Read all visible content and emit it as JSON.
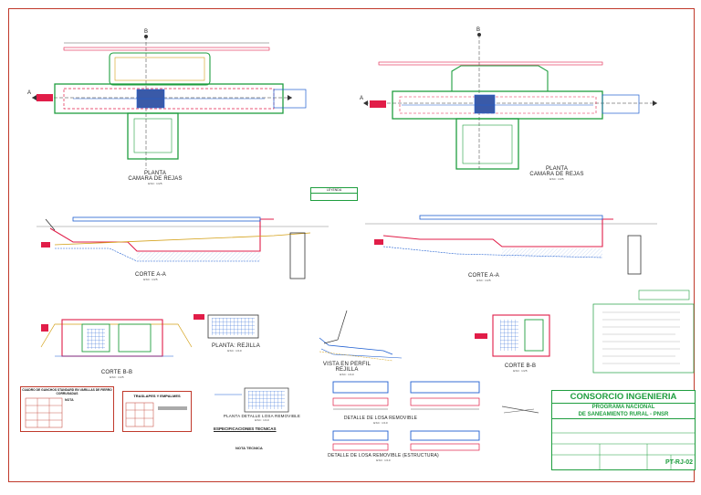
{
  "views": {
    "plan_left": {
      "title": "PLANTA",
      "subtitle": "CAMARA DE REJAS",
      "scale": "ESC: 1/25"
    },
    "plan_right": {
      "title": "PLANTA",
      "subtitle": "CAMARA DE REJAS",
      "scale": "ESC: 1/25"
    },
    "section_aa_left": {
      "title": "CORTE  A-A",
      "scale": "ESC: 1/25"
    },
    "section_aa_right": {
      "title": "CORTE  A-A",
      "scale": "ESC: 1/25"
    },
    "section_bb_left": {
      "title": "CORTE  B-B",
      "scale": "ESC: 1/25"
    },
    "section_bb_right": {
      "title": "CORTE  B-B",
      "scale": "ESC: 1/25"
    },
    "plan_rejilla": {
      "title": "PLANTA: REJILLA",
      "scale": "ESC: 1/10"
    },
    "vista_perfil": {
      "title": "VISTA EN PERFIL",
      "subtitle": "REJILLA",
      "scale": "ESC: 1/10"
    },
    "losa_removible": {
      "title": "PLANTA DETALLE LOSA REMOVIBLE",
      "scale": "ESC: 1/10"
    },
    "detalle_losa": {
      "title": "DETALLE DE LOSA REMOVIBLE",
      "scale": "ESC: 1/10"
    },
    "detalle_losa_estructura": {
      "title": "DETALLE DE LOSA REMOVIBLE (ESTRUCTURA)",
      "scale": "ESC: 1/10"
    }
  },
  "markers": {
    "b": "B",
    "a": "A"
  },
  "legend": {
    "title": "LEYENDA"
  },
  "tables": {
    "ganchos": {
      "title": "CUADRO DE GANCHOS STANDARD EN VARILLAS DE FIERRO CORRUGADAS",
      "note": "NOTA"
    },
    "traslapes": {
      "title": "TRASLAPES Y EMPALMES"
    }
  },
  "notes": {
    "especificaciones": "ESPECIFICACIONES TECNICAS",
    "nota_tecnica": "NOTA TECNICA"
  },
  "title_block": {
    "company": "CONSORCIO INGENIERIA",
    "program_line1": "PROGRAMA NACIONAL",
    "program_line2": "DE SANEAMIENTO RURAL - PNSR",
    "sheet": "PT-RJ-02"
  },
  "colors": {
    "frame": "#c0392b",
    "outline": "#1f9e3f",
    "accent": "#1f5fd1",
    "walls": "#e11d48",
    "grid": "#d4a017"
  }
}
